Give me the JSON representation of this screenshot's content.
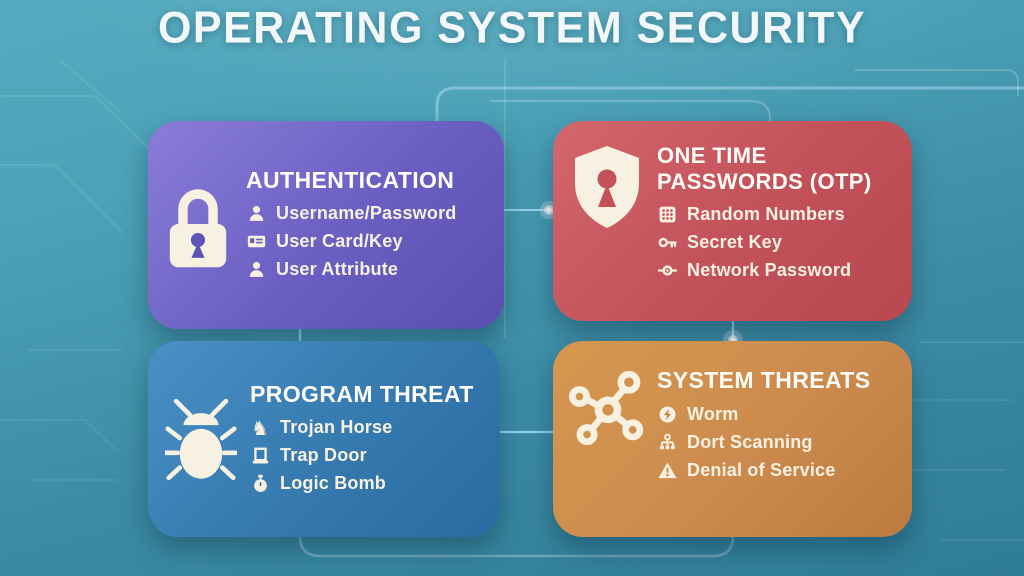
{
  "title": "OPERATING SYSTEM SECURITY",
  "cards": [
    {
      "id": "authentication",
      "title": "AUTHENTICATION",
      "icon": "padlock-icon",
      "items": [
        {
          "icon": "user-icon",
          "label": "Username/Password"
        },
        {
          "icon": "id-card-icon",
          "label": "User Card/Key"
        },
        {
          "icon": "user-icon",
          "label": "User Attribute"
        }
      ]
    },
    {
      "id": "one-time-passwords",
      "title": "ONE TIME PASSWORDS (OTP)",
      "icon": "shield-keyhole-icon",
      "items": [
        {
          "icon": "keypad-icon",
          "label": "Random Numbers"
        },
        {
          "icon": "key-icon",
          "label": "Secret Key"
        },
        {
          "icon": "network-node-icon",
          "label": "Network Password"
        }
      ]
    },
    {
      "id": "program-threat",
      "title": "PROGRAM THREAT",
      "icon": "bug-icon",
      "items": [
        {
          "icon": "chess-knight-icon",
          "label": "Trojan Horse"
        },
        {
          "icon": "trapdoor-icon",
          "label": "Trap Door"
        },
        {
          "icon": "stopwatch-bomb-icon",
          "label": "Logic Bomb"
        }
      ]
    },
    {
      "id": "system-threats",
      "title": "SYSTEM THREATS",
      "icon": "network-nodes-icon",
      "items": [
        {
          "icon": "worm-bolt-icon",
          "label": "Worm"
        },
        {
          "icon": "hierarchy-scan-icon",
          "label": "Dort Scanning"
        },
        {
          "icon": "warning-triangle-icon",
          "label": "Denial of Service"
        }
      ]
    }
  ],
  "icons": {
    "knight_glyph": "♞"
  },
  "colors": {
    "background_top": "#52A8BD",
    "background_bottom": "#2E7A95",
    "card_authentication": "#6A5EC2",
    "card_otp": "#C25159",
    "card_program_threat": "#3579AE",
    "card_system_threats": "#CC8B4E",
    "icon_cream": "#F7F1E1",
    "connector_glow": "#8ED2EF",
    "title_text": "#F2F7F9"
  }
}
